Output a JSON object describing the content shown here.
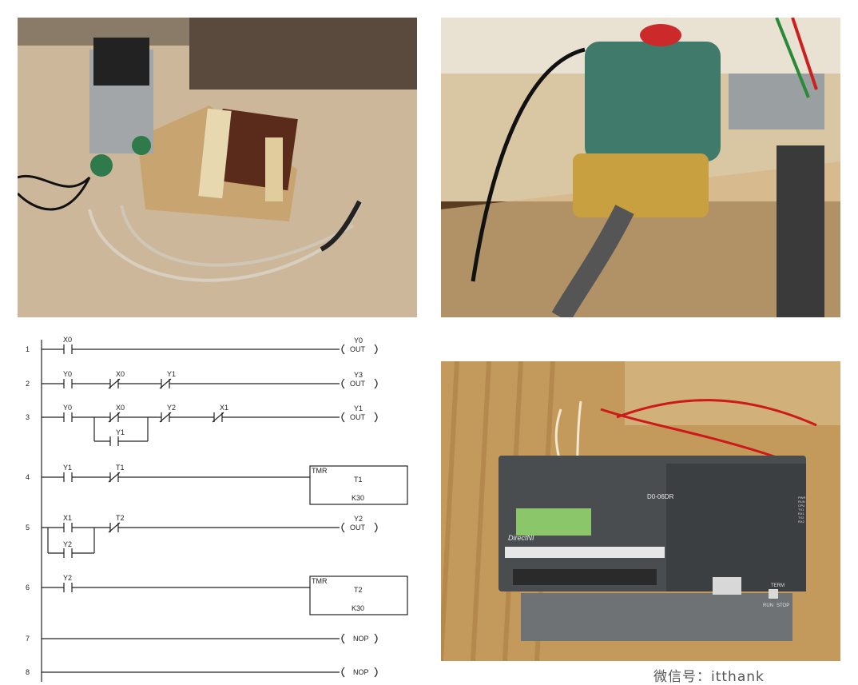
{
  "ladder": {
    "rungs": [
      {
        "number": "1",
        "contacts": [
          "X0"
        ],
        "coil": [
          "Y0",
          "OUT"
        ]
      },
      {
        "number": "2",
        "contacts": [
          "Y0",
          "X0",
          "Y1"
        ],
        "coil": [
          "Y3",
          "OUT"
        ]
      },
      {
        "number": "3",
        "contacts": [
          "Y0",
          "X0",
          "Y2",
          "X1"
        ],
        "branch": [
          "Y1"
        ],
        "coil": [
          "Y1",
          "OUT"
        ]
      },
      {
        "number": "4",
        "contacts": [
          "Y1",
          "T1"
        ],
        "timer": {
          "kind": "TMR",
          "name": "T1",
          "preset": "K30"
        }
      },
      {
        "number": "5",
        "contacts": [
          "X1",
          "T2"
        ],
        "branch": [
          "Y2"
        ],
        "coil": [
          "Y2",
          "OUT"
        ]
      },
      {
        "number": "6",
        "contacts": [
          "Y2"
        ],
        "timer": {
          "kind": "TMR",
          "name": "T2",
          "preset": "K30"
        }
      },
      {
        "number": "7",
        "coil": [
          "NOP"
        ]
      },
      {
        "number": "8",
        "coil": [
          "NOP"
        ]
      }
    ]
  },
  "plc_photo": {
    "model": "D0-06DR",
    "brand": "DirectNI",
    "switch_label": "TERM",
    "switch_positions": [
      "RUN",
      "STOP"
    ],
    "status_leds": [
      "PWR",
      "RUN",
      "CPU",
      "TX1",
      "RX1",
      "TX2",
      "RX2"
    ]
  },
  "watermark": {
    "text": "微信号：itthank"
  }
}
